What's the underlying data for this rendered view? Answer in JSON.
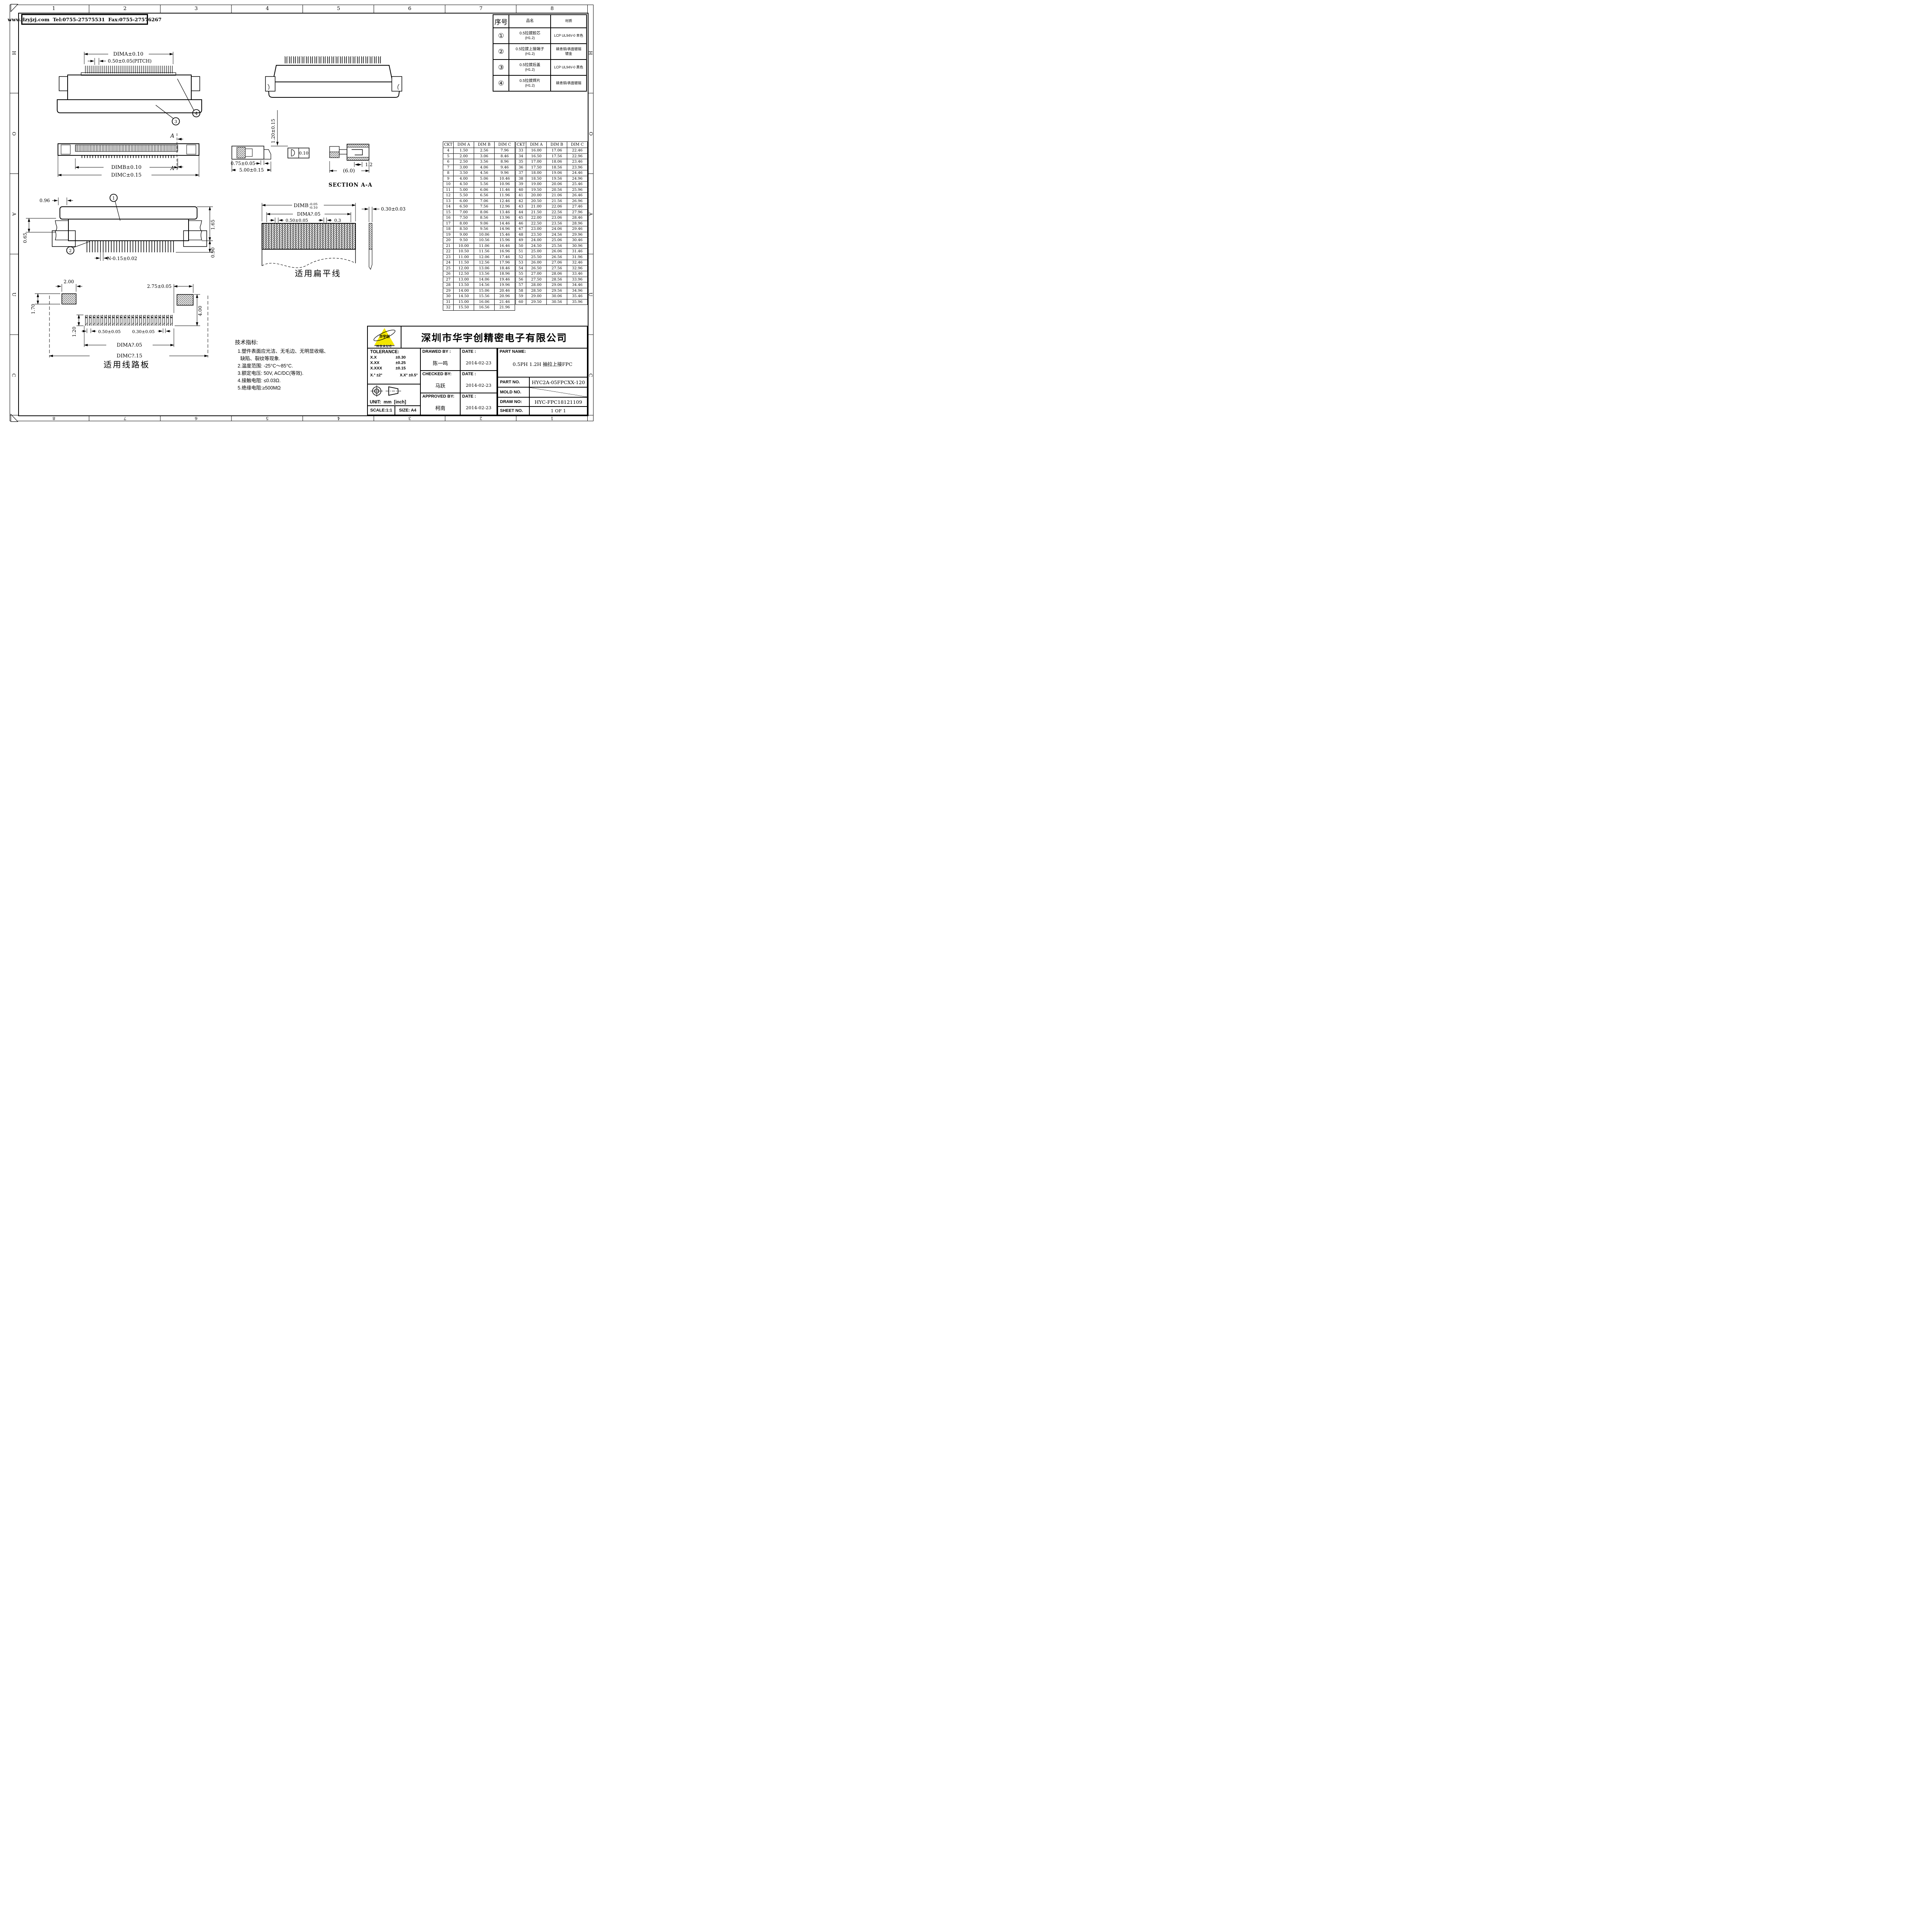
{
  "border": {
    "top_numbers": [
      "1",
      "2",
      "3",
      "4",
      "5",
      "6",
      "7",
      "8"
    ],
    "bottom_numbers": [
      "8",
      "7",
      "6",
      "5",
      "4",
      "3",
      "2",
      "1"
    ],
    "side_letters": [
      "H",
      "O",
      "A",
      "U",
      "C"
    ]
  },
  "banner": {
    "text": "www.dzyjzj.com  Tel:0755-27575531  Fax:0755-27576267"
  },
  "bom_table": {
    "headers": [
      "序号",
      "品名",
      "材质"
    ],
    "rows": [
      {
        "no": "①",
        "name": "0.5拉拔胶芯",
        "name2": "(H1.2)",
        "material": "LCP UL94V-0 本色",
        "material2": ""
      },
      {
        "no": "②",
        "name": "0.5拉拔上接端子",
        "name2": "(H1.2)",
        "material": "磷青铜/表面镀锡",
        "material2": "镀金"
      },
      {
        "no": "③",
        "name": "0.5拉拔后盖",
        "name2": "(H1.2)",
        "material": "LCP UL94V-0 黑色",
        "material2": ""
      },
      {
        "no": "④",
        "name": "0.5拉拔焊片",
        "name2": "(H1.2)",
        "material": "磷青铜/表面镀锡",
        "material2": ""
      }
    ]
  },
  "ckt_table": {
    "headers": [
      "CKT",
      "DIM A",
      "DIM B",
      "DIM C"
    ],
    "left_rows": [
      [
        "4",
        "1.50",
        "2.56",
        "7.96"
      ],
      [
        "5",
        "2.00",
        "3.06",
        "8.46"
      ],
      [
        "6",
        "2.50",
        "3.56",
        "8.96"
      ],
      [
        "7",
        "3.00",
        "4.06",
        "9.46"
      ],
      [
        "8",
        "3.50",
        "4.56",
        "9.96"
      ],
      [
        "9",
        "4.00",
        "5.06",
        "10.46"
      ],
      [
        "10",
        "4.50",
        "5.56",
        "10.96"
      ],
      [
        "11",
        "5.00",
        "6.06",
        "11.46"
      ],
      [
        "12",
        "5.50",
        "6.56",
        "11.96"
      ],
      [
        "13",
        "6.00",
        "7.06",
        "12.46"
      ],
      [
        "14",
        "6.50",
        "7.56",
        "12.96"
      ],
      [
        "15",
        "7.00",
        "8.06",
        "13.46"
      ],
      [
        "16",
        "7.50",
        "8.56",
        "13.96"
      ],
      [
        "17",
        "8.00",
        "9.06",
        "14.46"
      ],
      [
        "18",
        "8.50",
        "9.56",
        "14.96"
      ],
      [
        "19",
        "9.00",
        "10.06",
        "15.46"
      ],
      [
        "20",
        "9.50",
        "10.56",
        "15.96"
      ],
      [
        "21",
        "10.00",
        "11.06",
        "16.46"
      ],
      [
        "22",
        "10.50",
        "11.56",
        "16.96"
      ],
      [
        "23",
        "11.00",
        "12.06",
        "17.46"
      ],
      [
        "24",
        "11.50",
        "12.56",
        "17.96"
      ],
      [
        "25",
        "12.00",
        "13.06",
        "18.46"
      ],
      [
        "26",
        "12.50",
        "13.56",
        "18.96"
      ],
      [
        "27",
        "13.00",
        "14.06",
        "19.46"
      ],
      [
        "28",
        "13.50",
        "14.56",
        "19.96"
      ],
      [
        "29",
        "14.00",
        "15.06",
        "20.46"
      ],
      [
        "30",
        "14.50",
        "15.56",
        "20.96"
      ],
      [
        "31",
        "15.00",
        "16.06",
        "21.46"
      ],
      [
        "32",
        "15.50",
        "16.56",
        "21.96"
      ]
    ],
    "right_rows": [
      [
        "33",
        "16.00",
        "17.06",
        "22.46"
      ],
      [
        "34",
        "16.50",
        "17.56",
        "22.96"
      ],
      [
        "35",
        "17.00",
        "18.06",
        "23.46"
      ],
      [
        "36",
        "17.50",
        "18.56",
        "23.96"
      ],
      [
        "37",
        "18.00",
        "19.06",
        "24.46"
      ],
      [
        "38",
        "18.50",
        "19.56",
        "24.96"
      ],
      [
        "39",
        "19.00",
        "20.06",
        "25.46"
      ],
      [
        "40",
        "19.50",
        "20.56",
        "25.96"
      ],
      [
        "41",
        "20.00",
        "21.06",
        "26.46"
      ],
      [
        "42",
        "20.50",
        "21.56",
        "26.96"
      ],
      [
        "43",
        "21.00",
        "22.06",
        "27.46"
      ],
      [
        "44",
        "21.50",
        "22.56",
        "27.96"
      ],
      [
        "45",
        "22.00",
        "23.06",
        "28.46"
      ],
      [
        "46",
        "22.50",
        "23.56",
        "28.96"
      ],
      [
        "47",
        "23.00",
        "24.06",
        "29.46"
      ],
      [
        "48",
        "23.50",
        "24.56",
        "29.96"
      ],
      [
        "49",
        "24.00",
        "25.06",
        "30.46"
      ],
      [
        "50",
        "24.50",
        "25.56",
        "30.96"
      ],
      [
        "51",
        "25.00",
        "26.06",
        "31.46"
      ],
      [
        "52",
        "25.50",
        "26.56",
        "31.96"
      ],
      [
        "53",
        "26.00",
        "27.06",
        "32.46"
      ],
      [
        "54",
        "26.50",
        "27.56",
        "32.96"
      ],
      [
        "55",
        "27.00",
        "28.06",
        "33.46"
      ],
      [
        "56",
        "27.50",
        "28.56",
        "33.96"
      ],
      [
        "57",
        "28.00",
        "29.06",
        "34.46"
      ],
      [
        "58",
        "28.50",
        "29.56",
        "34.96"
      ],
      [
        "59",
        "29.00",
        "30.06",
        "35.46"
      ],
      [
        "60",
        "29.50",
        "30.56",
        "35.96"
      ]
    ]
  },
  "dims": {
    "dima_top": "DIMA±0.10",
    "pitch_top": "0.50±0.05(PITCH)",
    "dimb_mid": "DIMB±0.10",
    "dimc_mid": "DIMC±0.15",
    "section_a": "A",
    "h096": "0.96",
    "h065": "0.65",
    "h165": "1.65",
    "h090": "0.90",
    "n015": "N-0.15±0.02",
    "v120": "1.20±0.15",
    "w075": "0.75±0.05",
    "w500": "5.00±0.15",
    "b010": "0.10",
    "w12": "1.2",
    "w60": "(6.0)",
    "ffc_dimb": "DIMB",
    "ffc_tol_up": "-0.05",
    "ffc_tol_dn": "-0.10",
    "ffc_dima": "DIMA?.05",
    "ffc_p050": "0.50±0.05",
    "ffc_p03": "0.3",
    "ffc_t030": "0.30±0.03",
    "pcb_h170": "1.70",
    "pcb_w200": "2.00",
    "pcb_w275": "2.75±0.05",
    "pcb_h400": "4.00",
    "pcb_h120": "1.20",
    "pcb_p050": "0.50±0.05",
    "pcb_p030": "0.30±0.05",
    "pcb_dima": "DIMA?.05",
    "pcb_dimc": "DIMC?.15"
  },
  "balloons": {
    "b1": "1",
    "b2": "2",
    "b3": "3",
    "b4": "4"
  },
  "captions": {
    "flat_cable": "适用扁平线",
    "pcb": "适用线路板",
    "section": "SECTION A-A"
  },
  "notes": {
    "title": "技术指标:",
    "lines": [
      "  1.塑件表面应光洁、无毛边、无明显收缩、",
      "    缺陷、裂纹等现象.",
      "  2.温度范围: -25°C～85°C.",
      "  3.额定电压: 50V, AC/DC(等效).",
      "  4.接触电阻: ≤0.03Ω.",
      "  5.绝缘电阻:≥500MΩ"
    ]
  },
  "title_block": {
    "logo_text": "华宇创",
    "logo_caption": "HOAUC",
    "company": "深圳市华宇创精密电子有限公司",
    "tolerance": {
      "title": "TOLERANCE:",
      "rows": [
        {
          "k": "X.X",
          "v": "±0.30"
        },
        {
          "k": "X.XX",
          "v": "±0.25"
        },
        {
          "k": "X.XXX",
          "v": "±0.15"
        }
      ],
      "angle1": "X.°  ±2°",
      "angle2": "X.X°  ±0.5°"
    },
    "unit_label": "UNIT:  mm  [inch]",
    "scale_label": "SCALE:1:1",
    "size_label": "SIZE:  A4",
    "drawed": {
      "label": "DRAWED BY :",
      "name": "陈一鸣",
      "date_label": "DATE :",
      "date": "2014-02-23"
    },
    "checked": {
      "label": "CHECKED BY:",
      "name": "马跃",
      "date_label": "DATE :",
      "date": "2014-02-23"
    },
    "approved": {
      "label": "APPROVED BY:",
      "name": "柯南",
      "date_label": "DATE :",
      "date": "2014-02-23"
    },
    "part_name": {
      "label": "PART NAME:",
      "value": "0.5PH 1.2H 抽拉上接FPC"
    },
    "part_no": {
      "label": "PART NO.",
      "value": "HYC2A-05FPCXX-120"
    },
    "mold_no": {
      "label": "MOLD NO.",
      "value": ""
    },
    "draw_no": {
      "label": "DRAW NO:",
      "value": "HYC-FPC18121109"
    },
    "sheet_no": {
      "label": "SHEET NO.",
      "value": "1 OF 1"
    }
  }
}
